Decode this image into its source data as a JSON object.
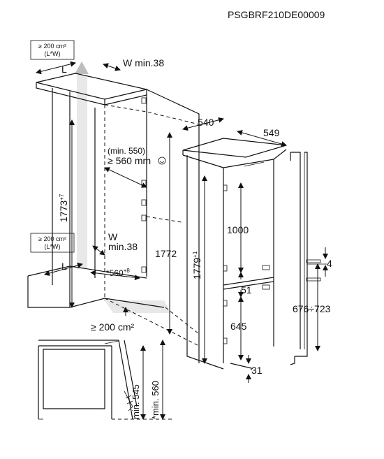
{
  "doc_code": "PSGBRF210DE00009",
  "vent_top": {
    "line1": "≥ 200 cm²",
    "line2": "(L*W)"
  },
  "vent_bottom": {
    "line1": "≥ 200 cm²",
    "line2": "(L*W)"
  },
  "labels": {
    "L_top": "L",
    "W_top": "W min.38",
    "W_mid_1": "W",
    "W_mid_2": "min.38",
    "L_bottom": "L",
    "min550": "(min. 550)",
    "min560": "≥ 560 mm",
    "niche_h1": "1773",
    "niche_h1_sup": "+7",
    "niche_h2": "1772",
    "depth560": "*560",
    "depth560_sup": "+8",
    "floor_vent": "≥ 200 cm²",
    "appl_w": "540",
    "appl_d": "549",
    "appl_h": "1779",
    "appl_h_sup": "+1",
    "door_top": "1000",
    "gap": "51",
    "door_bottom": "645",
    "foot": "31",
    "door_offset": "4",
    "door_range": "676÷723",
    "detail_v1": "min. 545",
    "detail_v2": "*min. 560"
  }
}
